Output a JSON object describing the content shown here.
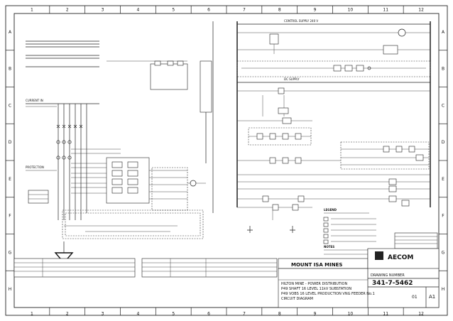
{
  "grid": {
    "columns": [
      "1",
      "2",
      "3",
      "4",
      "5",
      "6",
      "7",
      "8",
      "9",
      "10",
      "11",
      "12"
    ],
    "rows": [
      "A",
      "B",
      "C",
      "D",
      "E",
      "F",
      "G",
      "H"
    ]
  },
  "labels": {
    "control_supply": "CONTROL SUPPLY 240 V",
    "dc_supply": "DC SUPPLY",
    "current_in": "CURRENT IN",
    "protection": "PROTECTION",
    "legend": "LEGEND",
    "notes": "NOTES"
  },
  "title_block": {
    "company": "MOUNT ISA MINES",
    "line1": "HILTON MINE - POWER DISTRIBUTION",
    "line2": "P49 SHAFT 16 LEVEL 11kV SUBSTATION",
    "line3": "P49 VOBS 16 LEVEL PRODUCTION VNG FEEDER No.1",
    "line4": "CIRCUIT DIAGRAM",
    "drawing_number_label": "DRAWING NUMBER",
    "drawing_number": "341-7-5462",
    "sheet_size": "A1",
    "logo": "AECOM",
    "revision": "01"
  },
  "colors": {
    "ink": "#222222",
    "paper": "#ffffff"
  }
}
